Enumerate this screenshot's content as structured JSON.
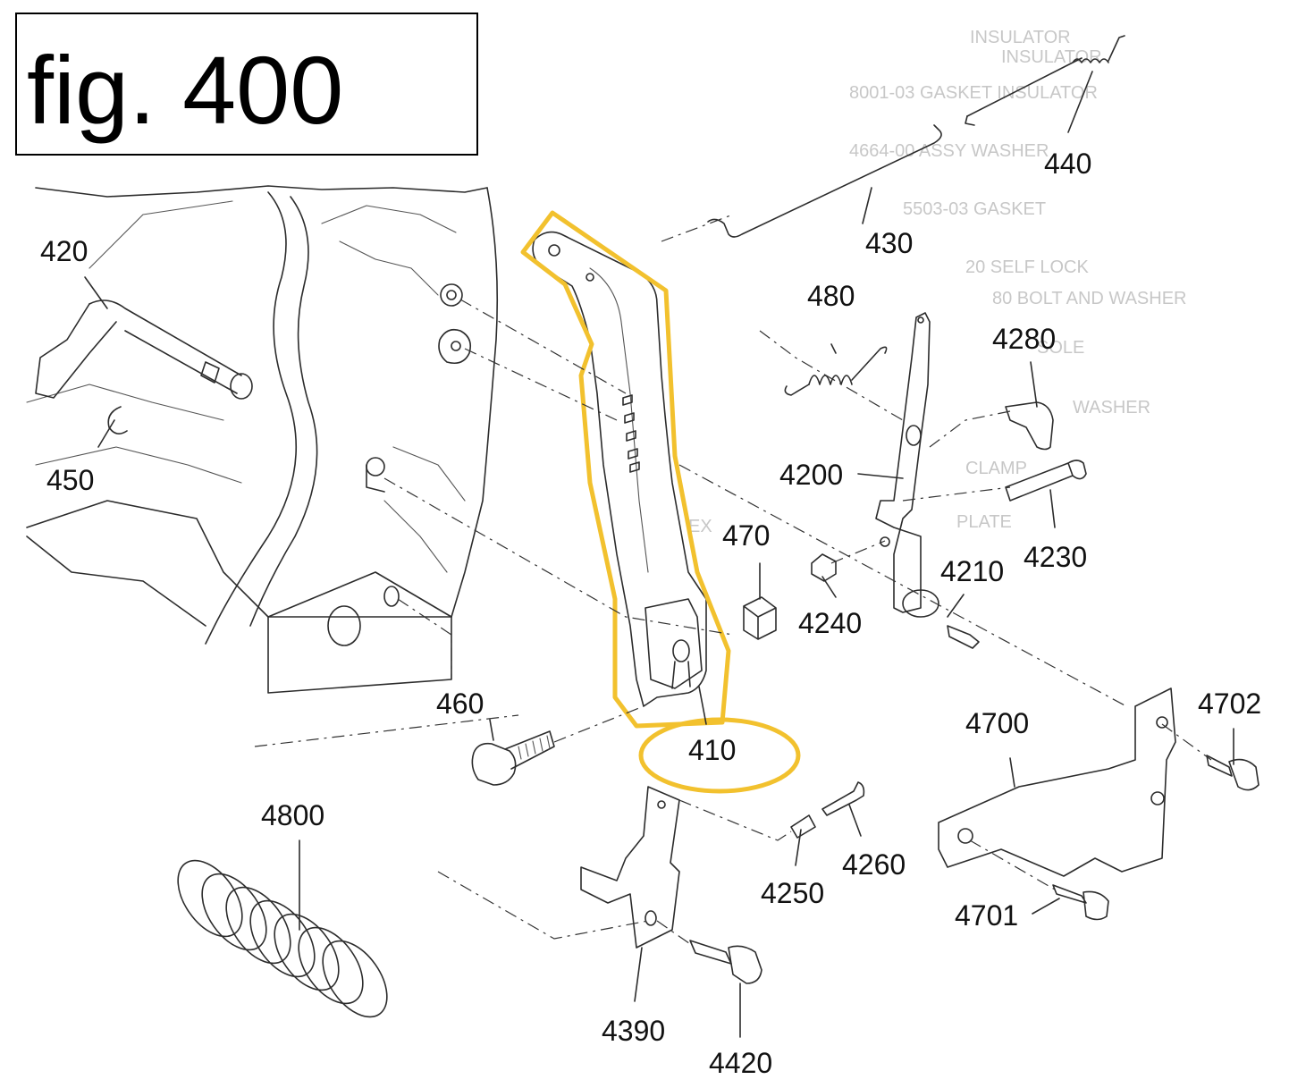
{
  "figure_title": "fig. 400",
  "highlight_color": "#f2c12e",
  "background_text": [
    "INSULATOR",
    "INSULATOR",
    "8001-03 GASKET INSULATOR",
    "4664-00 ASSY WASHER",
    "5503-03 GASKET",
    "20 SELF LOCK",
    "80 BOLT AND WASHER",
    "SOLE",
    "WASHER",
    "CLAMP",
    "PLATE",
    "EX"
  ],
  "callouts": {
    "p410": "410",
    "p420": "420",
    "p430": "430",
    "p440": "440",
    "p450": "450",
    "p460": "460",
    "p470": "470",
    "p480": "480",
    "p4200": "4200",
    "p4210": "4210",
    "p4230": "4230",
    "p4240": "4240",
    "p4250": "4250",
    "p4260": "4260",
    "p4280": "4280",
    "p4390": "4390",
    "p4420": "4420",
    "p4700": "4700",
    "p4701": "4701",
    "p4702": "4702",
    "p4800": "4800"
  }
}
